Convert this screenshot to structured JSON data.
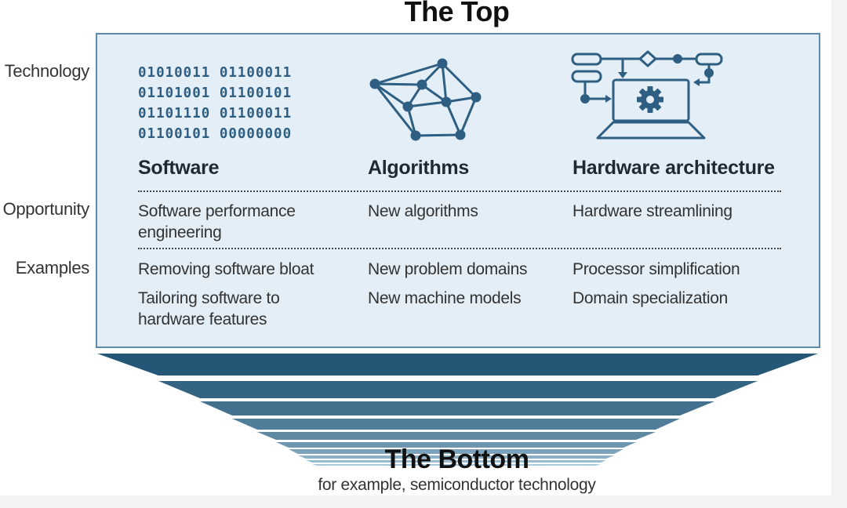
{
  "title_top": "The Top",
  "row_labels": {
    "technology": "Technology",
    "opportunity": "Opportunity",
    "examples": "Examples"
  },
  "binary_code": [
    "01010011 01100011",
    "01101001 01100101",
    "01101110 01100011",
    "01100101 00000000"
  ],
  "columns": [
    {
      "heading": "Software",
      "icon": "binary-code-icon",
      "opportunity": "Software performance engineering",
      "examples": [
        "Removing software bloat",
        "Tailoring software to hardware features"
      ]
    },
    {
      "heading": "Algorithms",
      "icon": "network-graph-icon",
      "opportunity": "New algorithms",
      "examples": [
        "New problem domains",
        "New machine models"
      ]
    },
    {
      "heading": "Hardware architecture",
      "icon": "laptop-flowchart-gear-icon",
      "opportunity": "Hardware streamlining",
      "examples": [
        "Processor simplification",
        "Domain specialization"
      ]
    }
  ],
  "title_bottom": "The Bottom",
  "subtitle_bottom": "for example, semiconductor technology",
  "colors": {
    "panel_fill": "#e3eef6",
    "panel_border": "#5d8aa6",
    "icon_blue": "#2e5e82",
    "funnel_dark": "#245776",
    "funnel_light": "#a9c9de"
  }
}
